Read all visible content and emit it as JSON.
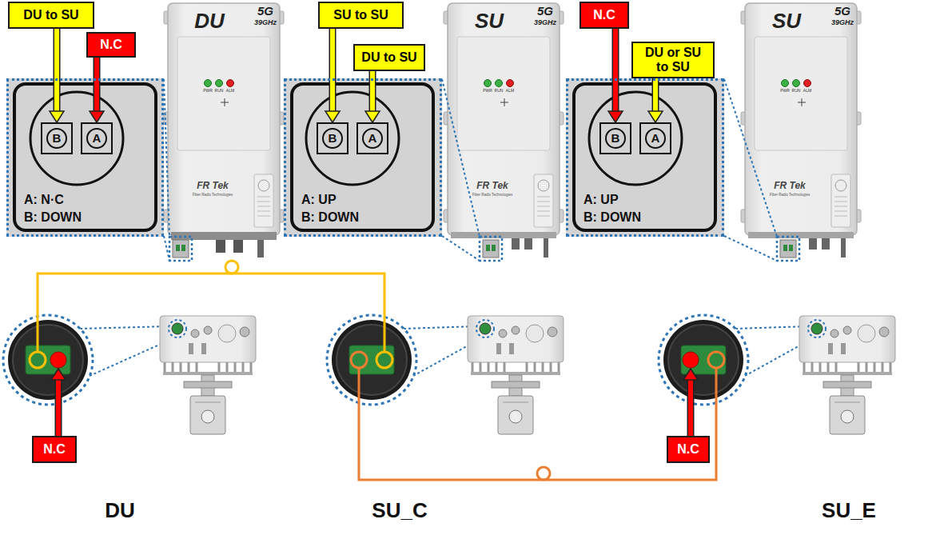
{
  "diagram": {
    "nodes": [
      {
        "text": [
          "DU to SU"
        ]
      },
      {
        "text": [
          "N.C"
        ]
      },
      {
        "text": [
          "A: N·C",
          "B: DOWN"
        ]
      },
      {
        "text": [
          "B"
        ],
        "in": 2
      },
      {
        "text": [
          "A"
        ],
        "in": 2
      },
      {
        "text": [
          "SU to SU"
        ]
      },
      {
        "text": [
          "DU to SU"
        ]
      },
      {
        "text": [
          "A: UP",
          "B: DOWN"
        ]
      },
      {
        "text": [
          "B"
        ],
        "in": 7
      },
      {
        "text": [
          "A"
        ],
        "in": 7
      },
      {
        "text": [
          "N.C"
        ]
      },
      {
        "text": [
          "DU or SU to SU"
        ]
      },
      {
        "text": [
          "A: UP",
          "B: DOWN"
        ]
      },
      {
        "text": [
          "B"
        ],
        "in": 12
      },
      {
        "text": [
          "A"
        ],
        "in": 12
      },
      {
        "text": [
          "N.C"
        ]
      },
      {
        "text": [
          "N.C"
        ]
      }
    ],
    "edges": [
      {
        "from": 0,
        "to": 3,
        "arrow": "to"
      },
      {
        "from": 1,
        "to": 4,
        "arrow": "to"
      },
      {
        "from": 5,
        "to": 8,
        "arrow": "to"
      },
      {
        "from": 6,
        "to": 9,
        "arrow": "to"
      },
      {
        "from": 10,
        "to": 13,
        "arrow": "to"
      },
      {
        "from": 11,
        "to": 14,
        "arrow": "to"
      }
    ],
    "labels": [
      "DU",
      "5G",
      "39GHz",
      "PWR",
      "RUN",
      "ALM",
      "FR Tek",
      "Fiber Radio Technologies",
      "SU",
      "5G",
      "39GHz",
      "PWR",
      "RUN",
      "ALM",
      "FR Tek",
      "Fiber Radio Technologies",
      "SU",
      "5G",
      "39GHz",
      "PWR",
      "RUN",
      "ALM",
      "FR Tek",
      "Fiber Radio Technologies",
      "DU",
      "SU_C",
      "SU_E"
    ]
  }
}
